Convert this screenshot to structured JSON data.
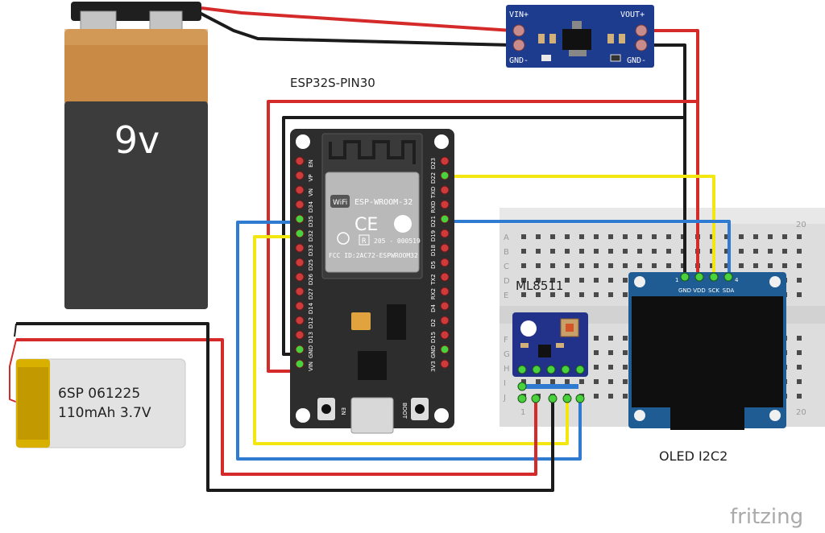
{
  "battery": {
    "label": "9v"
  },
  "regulator": {
    "vin_plus": "VIN+",
    "vout_plus": "VOUT+",
    "gnd_left": "GND-",
    "gnd_right": "GND-"
  },
  "esp32": {
    "title": "ESP32S-PIN30",
    "module_name": "ESP-WROOM-32",
    "module_code": "205 - 000519",
    "fcc_id": "FCC ID:2AC72-ESPWROOM32",
    "wifi_text": "WiFi",
    "ce_mark": "CE",
    "r_mark": "R",
    "left_pins": [
      "EN",
      "VP",
      "VN",
      "D34",
      "D35",
      "D32",
      "D33",
      "D25",
      "D26",
      "D27",
      "D14",
      "D12",
      "D13",
      "GND",
      "VIN"
    ],
    "right_pins": [
      "D23",
      "D22",
      "TXD",
      "RXD",
      "D21",
      "D19",
      "D18",
      "D5",
      "TX2",
      "RX2",
      "D4",
      "D2",
      "D15",
      "GND",
      "3V3"
    ],
    "btn_en": "EN",
    "btn_boot": "BOOT"
  },
  "lipo": {
    "line1": "6SP 061225",
    "line2": "110mAh 3.7V"
  },
  "breadboard": {
    "rows": [
      "A",
      "B",
      "C",
      "D",
      "E",
      "F",
      "G",
      "H",
      "I",
      "J"
    ],
    "col_start": "1",
    "col_end": "20"
  },
  "sensor": {
    "title": "ML8511"
  },
  "oled": {
    "title": "OLED I2C2",
    "pins": [
      "GND",
      "VDD",
      "SCK",
      "SDA"
    ],
    "pin_first": "1",
    "pin_last": "4"
  },
  "footer": {
    "brand": "fritzing"
  },
  "colors": {
    "red": "#d42a2a",
    "black": "#1b1b1b",
    "yellow": "#f3e711",
    "blue": "#2e7bd1",
    "pcb": "#2d2d2d",
    "regulator": "#1d3c8e",
    "oled": "#1f5c94"
  }
}
